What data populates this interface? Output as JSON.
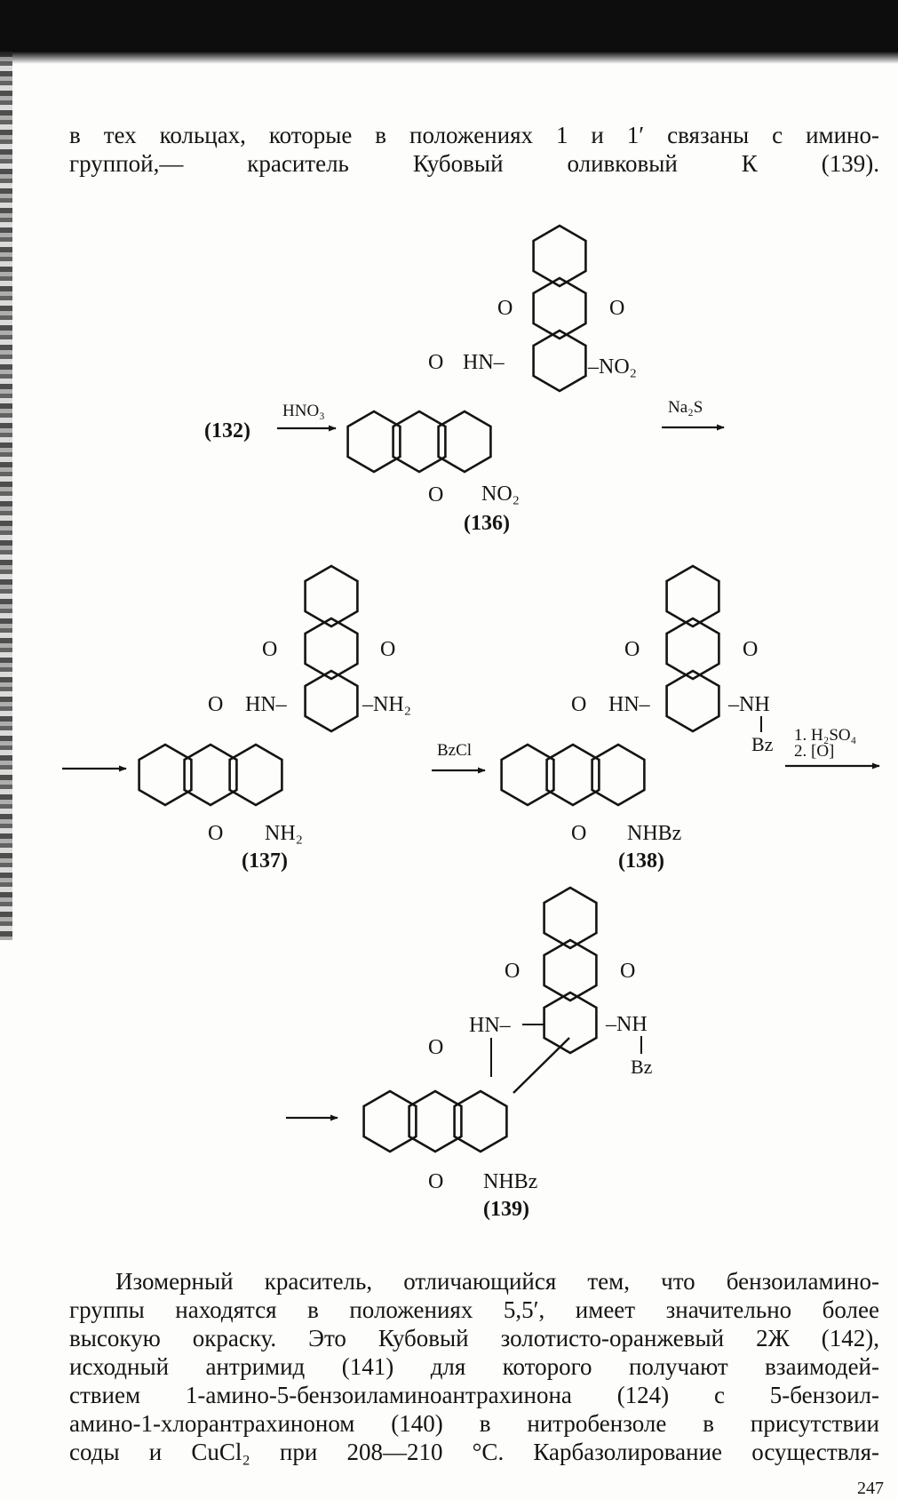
{
  "paragraph_top": [
    "в тех кольцах, которые в положениях 1 и 1′ связаны с имино-",
    "группой,— краситель Кубовый оливковый К (139)."
  ],
  "scheme": {
    "reactions": [
      {
        "id": "r1",
        "from": "(132)",
        "reagent": "HNO₃",
        "to": "(136)"
      },
      {
        "id": "r2",
        "from": "(136)",
        "reagent": "Na₂S",
        "to": "(137)"
      },
      {
        "id": "r3",
        "from": "(137)",
        "reagent": "BzCl",
        "to": "(138)"
      },
      {
        "id": "r4",
        "from": "(138)",
        "reagent_1": "1. H₂SO₄",
        "reagent_2": "2. [O]",
        "to": "(139)"
      }
    ],
    "compounds": [
      {
        "id": "(136)",
        "sub_left": "NO₂",
        "sub_right": "–NO₂",
        "linker": "HN–",
        "oxo": "O"
      },
      {
        "id": "(137)",
        "sub_left": "NH₂",
        "sub_right": "–NH₂",
        "linker": "HN–",
        "oxo": "O"
      },
      {
        "id": "(138)",
        "sub_left": "NHBz",
        "sub_right": "–NH",
        "sub_right_2": "Bz",
        "linker": "HN–",
        "oxo": "O"
      },
      {
        "id": "(139)",
        "sub_left": "NHBz",
        "sub_right": "–NH",
        "sub_right_2": "Bz",
        "linker": "HN–",
        "oxo": "O"
      }
    ]
  },
  "paragraph_bottom": [
    "Изомерный краситель, отличающийся тем, что бензоиламино-",
    "группы находятся в положениях 5,5′, имеет значительно более",
    "высокую окраску. Это Кубовый золотисто-оранжевый 2Ж (142),",
    "исходный антримид (141) для которого получают взаимодей-",
    "ствием 1-амино-5-бензоиламиноантрахинона (124) с 5-бензоил-",
    "амино-1-хлорантрахиноном (140) в нитробензоле в присутствии",
    "соды и CuCl₂ при 208—210 °С. Карбазолирование осуществля-"
  ],
  "page_number": "247"
}
